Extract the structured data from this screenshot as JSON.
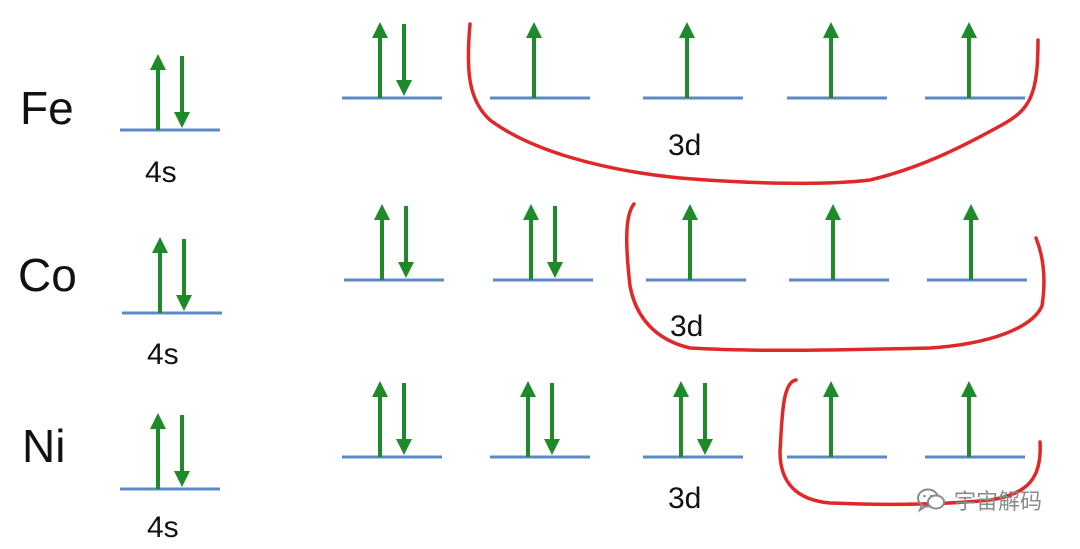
{
  "rows": [
    {
      "element": "Fe",
      "s_label": "4s",
      "d_label": "3d",
      "d_electrons": [
        2,
        1,
        1,
        1,
        1
      ]
    },
    {
      "element": "Co",
      "s_label": "4s",
      "d_label": "3d",
      "d_electrons": [
        2,
        2,
        1,
        1,
        1
      ]
    },
    {
      "element": "Ni",
      "s_label": "4s",
      "d_label": "3d",
      "d_electrons": [
        2,
        2,
        2,
        1,
        1
      ]
    }
  ],
  "watermark": "宇宙解码",
  "colors": {
    "arrow": "#1f8a2a",
    "level": "#5b8ac6",
    "bracket": "#e02828",
    "text": "#111111"
  },
  "icons": [
    "wechat-icon"
  ]
}
